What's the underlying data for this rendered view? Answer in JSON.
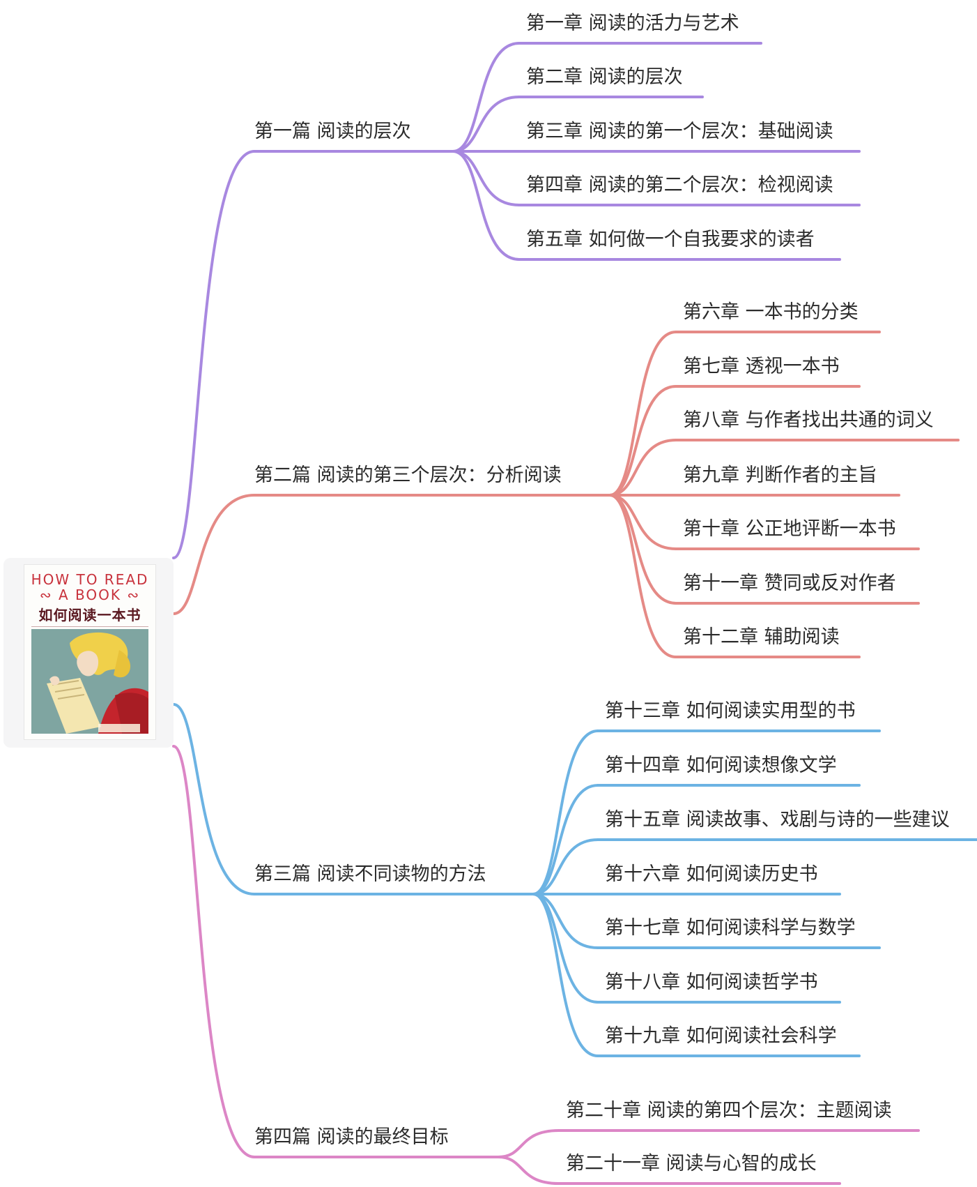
{
  "root": {
    "cover_title_en_line1": "HOW TO READ",
    "cover_title_en_line2": "∾ A BOOK ∾",
    "cover_title_zh": "如何阅读一本书"
  },
  "colors": {
    "part1": "#a888e0",
    "part2": "#e58a86",
    "part3": "#6cb3e3",
    "part4": "#dc86c6"
  },
  "parts": [
    {
      "label": "第一篇 阅读的层次",
      "chapters": [
        "第一章 阅读的活力与艺术",
        "第二章 阅读的层次",
        "第三章 阅读的第一个层次：基础阅读",
        "第四章 阅读的第二个层次：检视阅读",
        "第五章 如何做一个自我要求的读者"
      ]
    },
    {
      "label": "第二篇 阅读的第三个层次：分析阅读",
      "chapters": [
        "第六章 一本书的分类",
        "第七章 透视一本书",
        "第八章 与作者找出共通的词义",
        "第九章 判断作者的主旨",
        "第十章 公正地评断一本书",
        "第十一章 赞同或反对作者",
        "第十二章 辅助阅读"
      ]
    },
    {
      "label": "第三篇 阅读不同读物的方法",
      "chapters": [
        "第十三章 如何阅读实用型的书",
        "第十四章 如何阅读想像文学",
        "第十五章 阅读故事、戏剧与诗的一些建议",
        "第十六章 如何阅读历史书",
        "第十七章 如何阅读科学与数学",
        "第十八章 如何阅读哲学书",
        "第十九章 如何阅读社会科学"
      ]
    },
    {
      "label": "第四篇 阅读的最终目标",
      "chapters": [
        "第二十章 阅读的第四个层次：主题阅读",
        "第二十一章 阅读与心智的成长"
      ]
    }
  ]
}
